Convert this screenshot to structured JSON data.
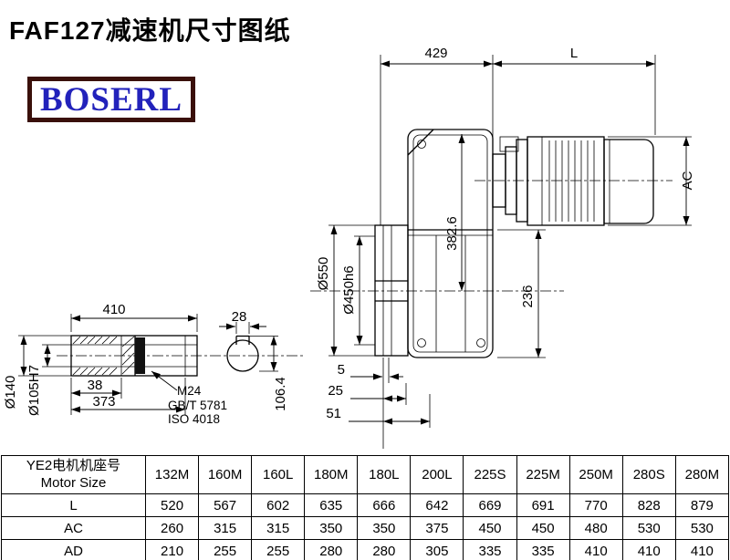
{
  "page": {
    "title": "FAF127减速机尺寸图纸",
    "brand": "BOSERL"
  },
  "colors": {
    "line": "#000000",
    "brand_text": "#2222bb",
    "brand_border": "#3a100a",
    "background": "#ffffff"
  },
  "drawing": {
    "dimensions": {
      "top_width": "429",
      "motor_length": "L",
      "motor_diameter": "AC",
      "flange_diameter": "Ø550",
      "spigot_diameter": "Ø450h6",
      "center_height": "382.6",
      "flange_to_base": "236",
      "offset_small": "5",
      "offset_mid": "25",
      "offset_large": "51"
    },
    "shaft": {
      "total_length": "410",
      "keyway_width": "28",
      "end_step": "38",
      "body_length": "373",
      "outer_diameter": "Ø140",
      "bore_diameter": "Ø105H7",
      "keyway_height": "106.4",
      "thread_label": "M24",
      "standard_1": "GB/T 5781",
      "standard_2": "ISO 4018"
    }
  },
  "table": {
    "header_cn": "YE2电机机座号",
    "header_en": "Motor Size",
    "motor_sizes": [
      "132M",
      "160M",
      "160L",
      "180M",
      "180L",
      "200L",
      "225S",
      "225M",
      "250M",
      "280S",
      "280M"
    ],
    "rows": [
      {
        "label": "L",
        "values": [
          "520",
          "567",
          "602",
          "635",
          "666",
          "642",
          "669",
          "691",
          "770",
          "828",
          "879"
        ]
      },
      {
        "label": "AC",
        "values": [
          "260",
          "315",
          "315",
          "350",
          "350",
          "375",
          "450",
          "450",
          "480",
          "530",
          "530"
        ]
      },
      {
        "label": "AD",
        "values": [
          "210",
          "255",
          "255",
          "280",
          "280",
          "305",
          "335",
          "335",
          "410",
          "410",
          "410"
        ]
      }
    ]
  }
}
